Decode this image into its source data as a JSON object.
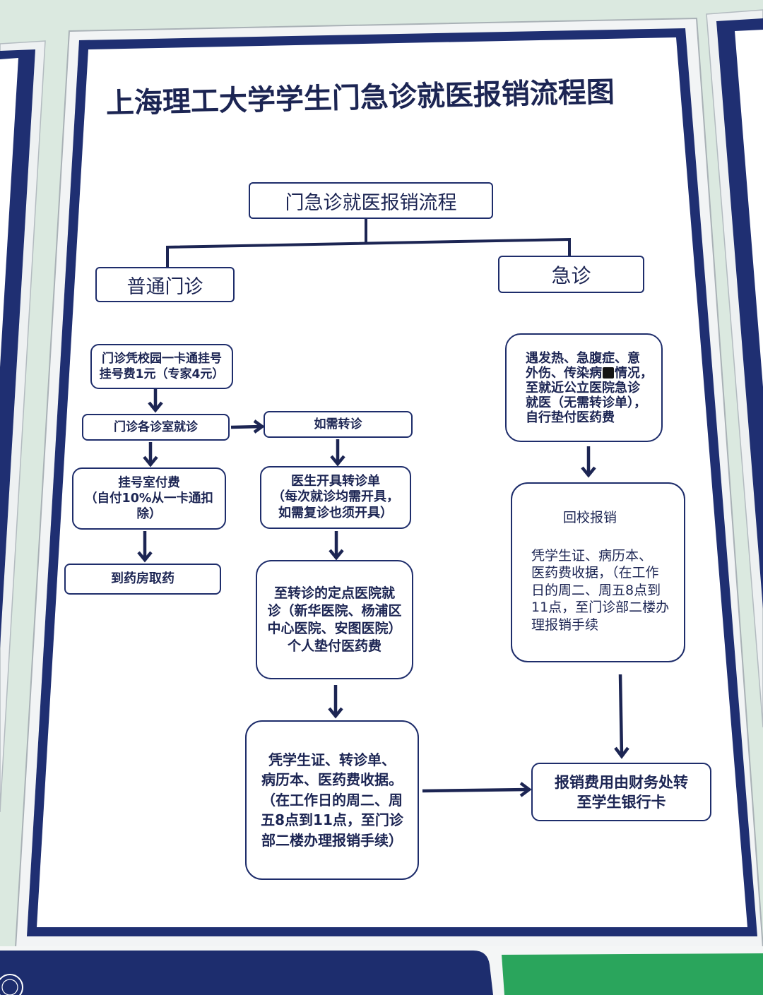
{
  "title": "上海理工大学学生门急诊就医报销流程图",
  "nodes": {
    "root": {
      "lines": [
        "门急诊就医报销流程"
      ]
    },
    "outpatient": {
      "lines": [
        "普通门诊"
      ]
    },
    "emergency": {
      "lines": [
        "急诊"
      ]
    },
    "register": {
      "lines": [
        "门诊凭校园一卡通挂号",
        "挂号费1元（专家4元）"
      ]
    },
    "consult": {
      "lines": [
        "门诊各诊室就诊"
      ]
    },
    "referral_needed": {
      "lines": [
        "如需转诊"
      ]
    },
    "payment": {
      "lines": [
        "挂号室付费",
        "（自付10%从一卡通扣",
        "除）"
      ]
    },
    "pharmacy": {
      "lines": [
        "到药房取药"
      ]
    },
    "referral_slip": {
      "lines": [
        "医生开具转诊单",
        "（每次就诊均需开具，",
        "如需复诊也须开具）"
      ]
    },
    "designated_hospital": {
      "lines": [
        "至转诊的定点医院就",
        "诊（新华医院、杨浦区",
        "中心医院、安图医院）",
        "个人垫付医药费"
      ]
    },
    "referral_reimburse": {
      "lines": [
        "凭学生证、转诊单、",
        "病历本、医药费收据。",
        "（在工作日的周二、周",
        "五8点到11点，至门诊",
        "部二楼办理报销手续）"
      ]
    },
    "emergency_visit": {
      "lines": [
        "遇发热、急腹症、意",
        {
          "before": "外伤、传染病",
          "after": "情况，"
        },
        "至就近公立医院急诊",
        "就医（无需转诊单），",
        "自行垫付医药费"
      ]
    },
    "return_reimburse": {
      "heading": "回校报销",
      "lines": [
        "凭学生证、病历本、",
        "医药费收据，（在工作",
        "日的周二、周五8点到",
        "11点，至门诊部二楼办",
        "理报销手续"
      ]
    },
    "bank_transfer": {
      "lines": [
        "报销费用由财务处转",
        "至学生银行卡"
      ]
    }
  },
  "colors": {
    "ink": "#1c2553",
    "border": "#1e2d6b",
    "wall": "#dbe9e0",
    "frame_navy": "#1f2f72",
    "banner_green": "#2aa55c"
  }
}
